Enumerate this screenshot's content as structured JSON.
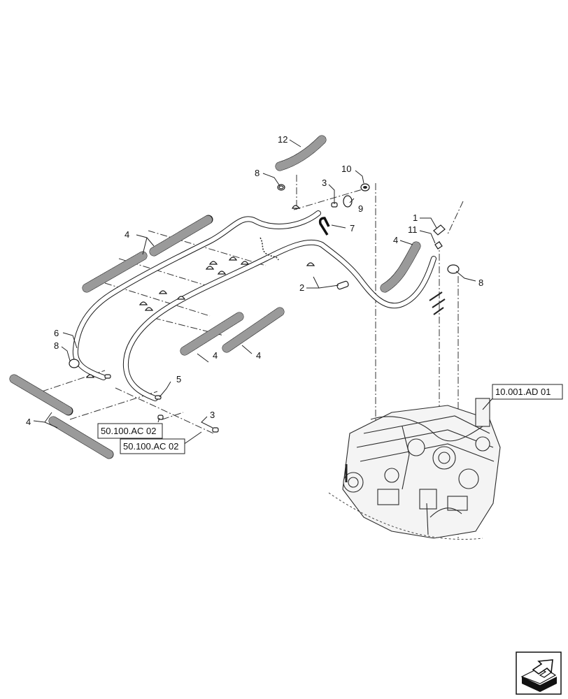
{
  "callouts": {
    "c1": "1",
    "c2": "2",
    "c3a": "3",
    "c3b": "3",
    "c4a": "4",
    "c4b": "4",
    "c4c": "4",
    "c4d": "4",
    "c4e": "4",
    "c5": "5",
    "c6": "6",
    "c7": "7",
    "c8a": "8",
    "c8b": "8",
    "c8c": "8",
    "c9": "9",
    "c10": "10",
    "c11": "11",
    "c12": "12"
  },
  "references": {
    "ref_engine": "10.001.AD 01",
    "ref_a": "50.100.AC 02",
    "ref_b": "50.100.AC 02"
  },
  "icons": {
    "nav": "next-page-arrow-icon"
  }
}
